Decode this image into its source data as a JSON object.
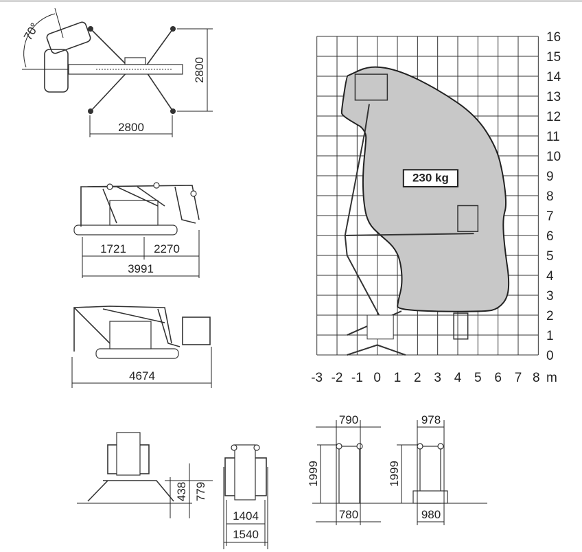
{
  "top_view": {
    "angle_label": "70°",
    "width_label": "2800",
    "length_label": "2800"
  },
  "side_view_stowed": {
    "front_label": "1721",
    "rear_label": "2270",
    "total_label": "3991"
  },
  "side_view_basket": {
    "total_label": "4674"
  },
  "front_view_outriggers": {
    "height_low_label": "438",
    "height_high_label": "779"
  },
  "front_view_stowed": {
    "inner_width_label": "1404",
    "outer_width_label": "1540"
  },
  "track_view_narrow": {
    "top_width_label": "790",
    "height_label": "1999",
    "bottom_width_label": "780"
  },
  "track_view_wide": {
    "top_width_label": "978",
    "height_label": "1999",
    "bottom_width_label": "980"
  },
  "colors": {
    "envelope_fill": "#c8c8c8",
    "envelope_stroke": "#222222",
    "grid": "#333333"
  },
  "chart_data": {
    "type": "area",
    "title": "Working envelope",
    "xlabel": "m",
    "ylabel": "",
    "xlim": [
      -3,
      8
    ],
    "ylim": [
      0,
      16
    ],
    "grid": true,
    "x_ticks": [
      "-3",
      "-2",
      "-1",
      "0",
      "1",
      "2",
      "3",
      "4",
      "5",
      "6",
      "7",
      "8"
    ],
    "y_ticks": [
      "0",
      "1",
      "2",
      "3",
      "4",
      "5",
      "6",
      "7",
      "8",
      "9",
      "10",
      "11",
      "12",
      "13",
      "14",
      "15",
      "16"
    ],
    "x_unit_label": "m",
    "load_label": "230 kg",
    "envelope": [
      [
        -1.41,
        14.05
      ],
      [
        -0.33,
        14.55
      ],
      [
        1.15,
        14.28
      ],
      [
        3.08,
        13.3
      ],
      [
        4.9,
        12.03
      ],
      [
        5.92,
        10.42
      ],
      [
        6.26,
        9.03
      ],
      [
        6.43,
        7.53
      ],
      [
        6.26,
        6.95
      ],
      [
        6.26,
        6.14
      ],
      [
        6.38,
        4.99
      ],
      [
        6.55,
        3.83
      ],
      [
        6.49,
        2.91
      ],
      [
        6.03,
        2.33
      ],
      [
        5.35,
        2.16
      ],
      [
        0.98,
        2.22
      ],
      [
        1.03,
        2.68
      ],
      [
        1.26,
        3.6
      ],
      [
        1.15,
        4.76
      ],
      [
        0.81,
        5.45
      ],
      [
        0.13,
        6.03
      ],
      [
        -0.44,
        6.6
      ],
      [
        -0.67,
        7.53
      ],
      [
        -0.73,
        9.03
      ],
      [
        -0.56,
        10.76
      ],
      [
        -0.56,
        11.1
      ],
      [
        -0.78,
        11.45
      ],
      [
        -1.01,
        11.57
      ],
      [
        -1.75,
        12.03
      ],
      [
        -1.78,
        12.26
      ],
      [
        -1.52,
        14.0
      ]
    ]
  }
}
